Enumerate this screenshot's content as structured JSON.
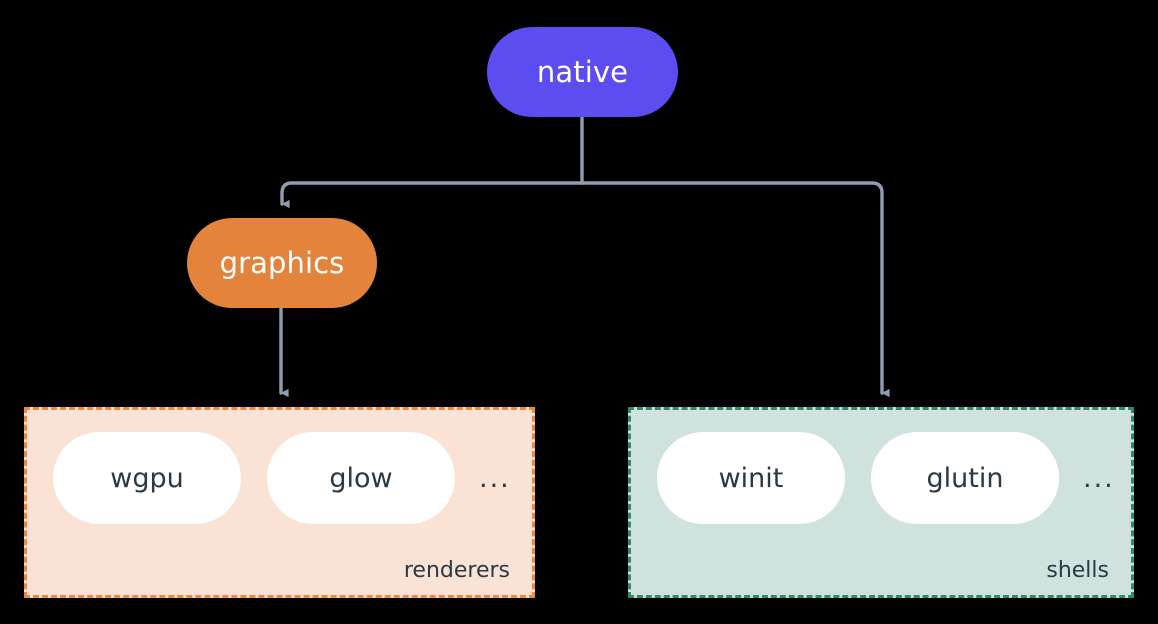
{
  "diagram": {
    "background_color": "#000000",
    "connector_color": "#8e9cb0",
    "nodes": [
      {
        "id": "native",
        "label": "native",
        "color": "#5b4df0",
        "text_color": "#ffffff"
      },
      {
        "id": "graphics",
        "label": "graphics",
        "color": "#e4843c",
        "text_color": "#ffffff"
      }
    ],
    "groups": [
      {
        "id": "renderers",
        "caption": "renderers",
        "fill_color": "#fae2d5",
        "border_color": "#e98a3c",
        "items": [
          "wgpu",
          "glow"
        ],
        "overflow": "..."
      },
      {
        "id": "shells",
        "caption": "shells",
        "fill_color": "#cfe2dd",
        "border_color": "#2f8a74",
        "items": [
          "winit",
          "glutin"
        ],
        "overflow": "..."
      }
    ],
    "edges": [
      {
        "from": "native",
        "to": "graphics"
      },
      {
        "from": "native",
        "to": "shells"
      },
      {
        "from": "graphics",
        "to": "renderers"
      }
    ]
  }
}
